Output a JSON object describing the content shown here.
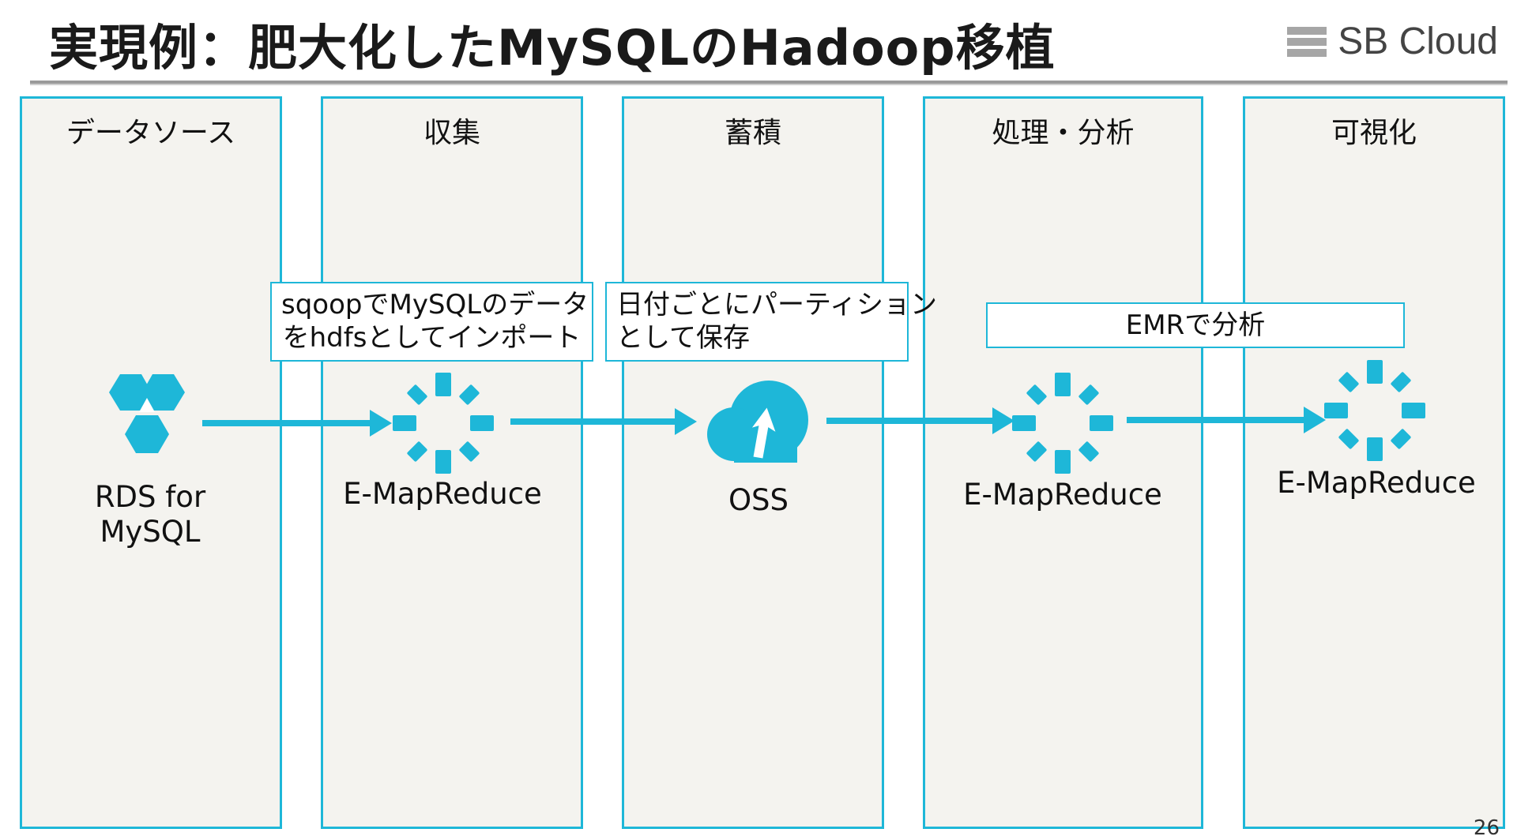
{
  "title": "実現例：肥大化したMySQLのHadoop移植",
  "logo": {
    "text": "SB Cloud"
  },
  "columns": [
    {
      "heading": "データソース"
    },
    {
      "heading": "収集"
    },
    {
      "heading": "蓄積"
    },
    {
      "heading": "処理・分析"
    },
    {
      "heading": "可視化"
    }
  ],
  "callouts": {
    "sqoop": {
      "line1": "sqoopでMySQLのデータ",
      "line2": "をhdfsとしてインポート"
    },
    "partition": {
      "line1": "日付ごとにパーティション",
      "line2": "として保存"
    },
    "emr": {
      "text": "EMRで分析"
    }
  },
  "nodes": {
    "rds": {
      "line1": "RDS for",
      "line2": "MySQL",
      "icon": "rds-icon"
    },
    "emr1": {
      "label": "E-MapReduce",
      "icon": "emapreduce-icon"
    },
    "oss": {
      "label": "OSS",
      "icon": "oss-icon"
    },
    "emr2": {
      "label": "E-MapReduce",
      "icon": "emapreduce-icon"
    },
    "emr3": {
      "label": "E-MapReduce",
      "icon": "emapreduce-icon"
    }
  },
  "page_number": "26",
  "colors": {
    "accent": "#1eb7d8",
    "column_bg": "#f4f3ef"
  }
}
